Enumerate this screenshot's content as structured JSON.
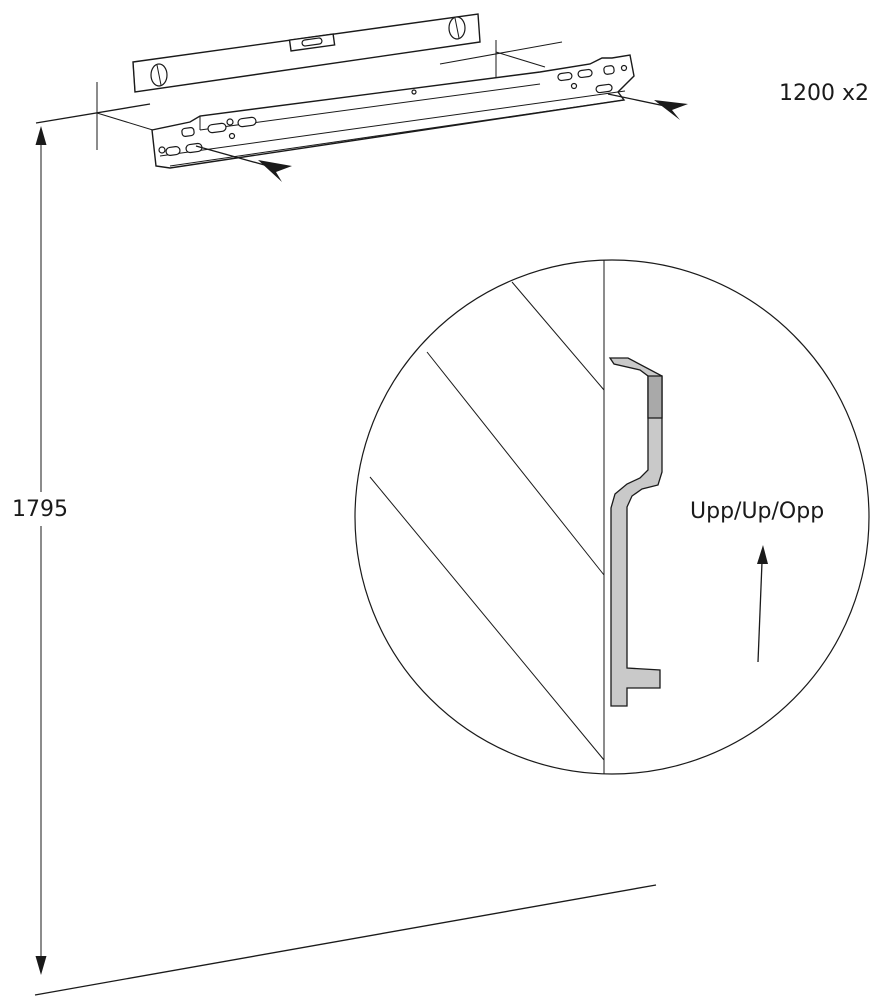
{
  "labels": {
    "dimension_top": "1200 x2",
    "height_dimension": "1795",
    "direction": "Upp/Up/Opp"
  },
  "icons": {
    "level": "spirit-level-icon",
    "rail": "mounting-rail-icon",
    "screw_left": "screw-arrow-icon",
    "screw_right": "screw-arrow-icon",
    "detail_bracket": "bracket-profile-icon",
    "up_arrow": "arrow-up-icon"
  }
}
